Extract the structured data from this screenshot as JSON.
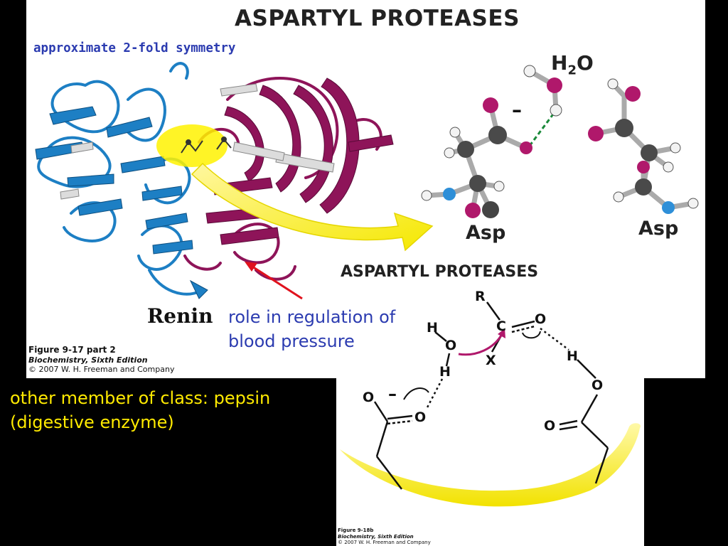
{
  "figure1": {
    "title": "ASPARTYL PROTEASES",
    "symmetry_note": "approximate 2-fold symmetry",
    "water_label_main": "H",
    "water_label_sub": "2",
    "water_label_end": "O",
    "charge": "–",
    "residue_left": "Asp",
    "residue_right": "Asp",
    "protein_name": "Renin",
    "caption": {
      "figure": "Figure 9-17 part 2",
      "book": "Biochemistry, Sixth Edition",
      "copyright": "© 2007 W. H. Freeman and Company"
    }
  },
  "annotation": {
    "line1": "role in regulation of",
    "line2": "blood pressure"
  },
  "figure2": {
    "title": "ASPARTYL PROTEASES",
    "atoms": {
      "r": "R",
      "c": "C",
      "x": "X",
      "o_carbonyl": "O",
      "h_water_top": "H",
      "o_water": "O",
      "h_water_bottom": "H",
      "o_left_top": "O",
      "o_left_right": "O",
      "h_right": "H",
      "o_right_top": "O",
      "o_right_bottom": "O",
      "charge": "–"
    },
    "caption": {
      "figure": "Figure 9-18b",
      "book": "Biochemistry, Sixth Edition",
      "copyright": "© 2007 W. H. Freeman and Company"
    }
  },
  "side_note": {
    "line1": "other member of class: pepsin",
    "line2": "(digestive enzyme)"
  },
  "colors": {
    "blue_domain": "#1d7fc4",
    "maroon_domain": "#8e1459",
    "highlight": "#fff200",
    "arrow_red": "#e0121d",
    "annotation_blue": "#2b3bb0",
    "side_note_yellow": "#ffea00"
  }
}
